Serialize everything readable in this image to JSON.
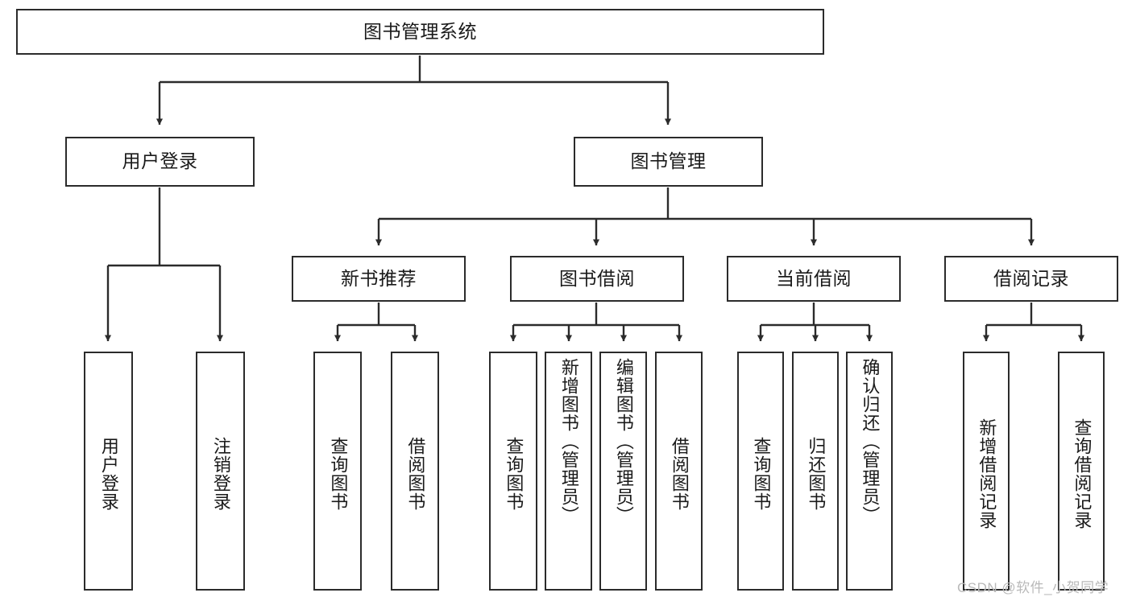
{
  "diagram": {
    "type": "tree-hierarchy-chart",
    "title": "图书管理系统",
    "watermark": "CSDN @软件_小贺同学",
    "colors": {
      "stroke": "#2b2b2b",
      "fill": "#ffffff",
      "text": "#1a1a1a",
      "watermark": "#b9b9b9"
    },
    "levels": {
      "level1": [
        {
          "id": "root",
          "label": "图书管理系统"
        }
      ],
      "level2": [
        {
          "id": "user-login",
          "label": "用户登录"
        },
        {
          "id": "book-management",
          "label": "图书管理"
        }
      ],
      "level3": [
        {
          "id": "new-book-recommend",
          "label": "新书推荐"
        },
        {
          "id": "book-borrow",
          "label": "图书借阅"
        },
        {
          "id": "current-borrow",
          "label": "当前借阅"
        },
        {
          "id": "borrow-record",
          "label": "借阅记录"
        }
      ],
      "level4": [
        {
          "id": "leaf-user-login",
          "label": "用户登录",
          "parent": "user-login"
        },
        {
          "id": "leaf-logout-login",
          "label": "注销登录",
          "parent": "user-login"
        },
        {
          "id": "leaf-query-book-1",
          "label": "查询图书",
          "parent": "new-book-recommend"
        },
        {
          "id": "leaf-borrow-book-1",
          "label": "借阅图书",
          "parent": "new-book-recommend"
        },
        {
          "id": "leaf-query-book-2",
          "label": "查询图书",
          "parent": "book-borrow"
        },
        {
          "id": "leaf-add-book",
          "label": "新增图书（管理员）",
          "parent": "book-borrow"
        },
        {
          "id": "leaf-edit-book",
          "label": "编辑图书（管理员）",
          "parent": "book-borrow"
        },
        {
          "id": "leaf-borrow-book-2",
          "label": "借阅图书",
          "parent": "book-borrow"
        },
        {
          "id": "leaf-query-book-3",
          "label": "查询图书",
          "parent": "current-borrow"
        },
        {
          "id": "leaf-return-book",
          "label": "归还图书",
          "parent": "current-borrow"
        },
        {
          "id": "leaf-confirm-return",
          "label": "确认归还（管理员）",
          "parent": "current-borrow"
        },
        {
          "id": "leaf-add-record",
          "label": "新增借阅记录",
          "parent": "borrow-record"
        },
        {
          "id": "leaf-query-record",
          "label": "查询借阅记录",
          "parent": "borrow-record"
        }
      ]
    }
  }
}
